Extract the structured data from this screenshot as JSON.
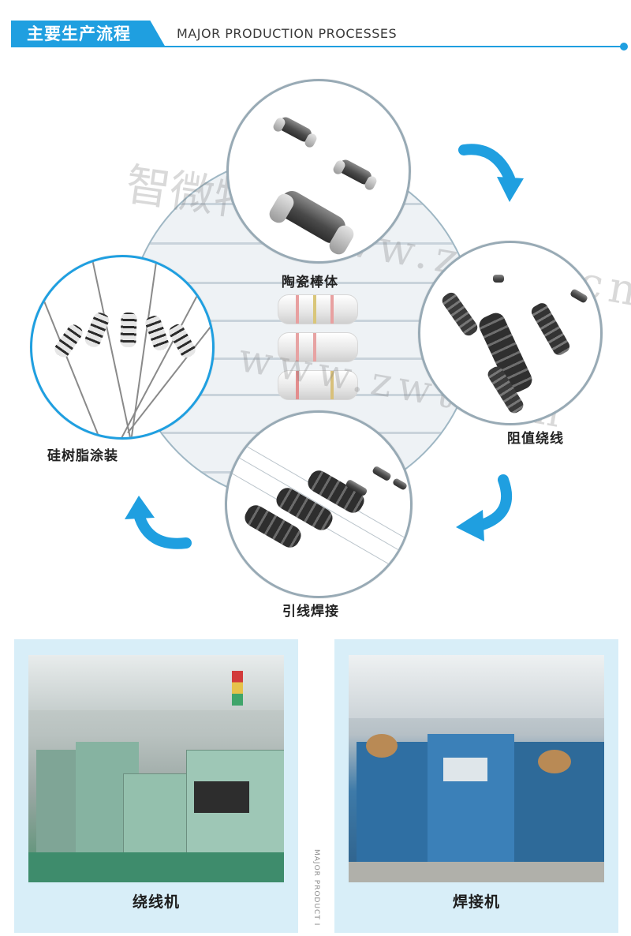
{
  "header": {
    "title_cn": "主要生产流程",
    "title_en": "MAJOR PRODUCTION PROCESSES"
  },
  "process": {
    "steps": [
      {
        "label": "陶瓷棒体"
      },
      {
        "label": "阻值绕线"
      },
      {
        "label": "引线焊接"
      },
      {
        "label": "硅树脂涂装"
      }
    ]
  },
  "watermark": {
    "brand_cn": "智微特",
    "url": "www.zwte.cn"
  },
  "photos": {
    "left_caption": "绕线机",
    "right_caption": "焊接机",
    "vertical_text": "MAJOR PRODUCT I"
  },
  "colors": {
    "accent": "#1f9fe0",
    "panel": "#d8eef8",
    "circle_border": "#98aab5"
  },
  "icons": [
    "rotate-arrow-icon"
  ]
}
